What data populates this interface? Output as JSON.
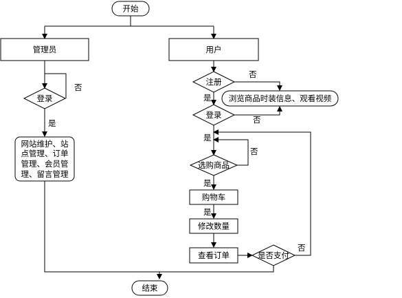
{
  "nodes": {
    "start": "开始",
    "admin": "管理员",
    "user": "用户",
    "admin_login": "登录",
    "admin_tasks": [
      "网站维护、站",
      "点管理、订单",
      "管理、会员管",
      "理、留言管理"
    ],
    "register": "注册",
    "browse": "浏览商品时装信息、观看视频",
    "user_login": "登录",
    "select_goods": "选购商品",
    "cart": "购物车",
    "modify_qty": "修改数量",
    "view_order": "查看订单",
    "pay_check": "是否支付",
    "end": "结束"
  },
  "labels": {
    "admin_login_no": "否",
    "admin_login_yes": "是",
    "register_no": "否",
    "register_yes": "是",
    "user_login_no": "否",
    "loop_yes": "是",
    "select_no": "否",
    "select_yes": "是",
    "cart_yes": "是",
    "pay_no": "否"
  }
}
